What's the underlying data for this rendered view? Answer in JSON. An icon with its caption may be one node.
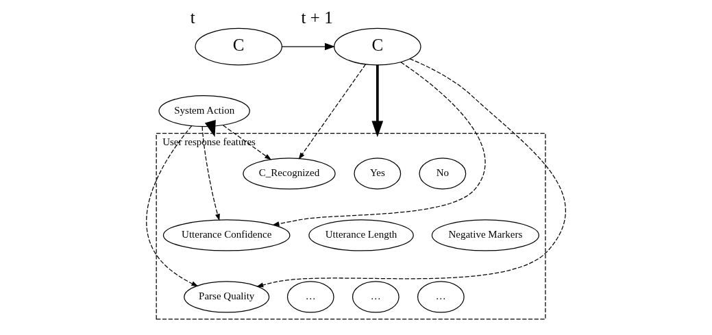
{
  "diagram": {
    "nodes": [
      {
        "text": [
          "C"
        ],
        "beside": [
          "t"
        ]
      },
      {
        "text": [
          "C"
        ],
        "beside": [
          "t + 1"
        ]
      },
      {
        "text": [
          "System Action"
        ]
      },
      {
        "text": [
          "User response features"
        ]
      },
      {
        "text": [
          "C_Recognized"
        ],
        "in": 3
      },
      {
        "text": [
          "Yes"
        ],
        "in": 3
      },
      {
        "text": [
          "No"
        ],
        "in": 3
      },
      {
        "text": [
          "Utterance Confidence"
        ],
        "in": 3
      },
      {
        "text": [
          "Utterance Length"
        ],
        "in": 3
      },
      {
        "text": [
          "Negative Markers"
        ],
        "in": 3
      },
      {
        "text": [
          "…"
        ],
        "in": 3
      },
      {
        "text": [
          "Parse Quality"
        ],
        "in": 3
      },
      {
        "text": [
          "…"
        ],
        "in": 3
      },
      {
        "text": [
          "…"
        ],
        "in": 3
      }
    ],
    "edges": [
      {
        "from": 0,
        "to": 1,
        "arrow": "to"
      },
      {
        "from": 1,
        "to": 3,
        "arrow": "to",
        "style": "thick"
      },
      {
        "from": 1,
        "to": 4,
        "arrow": "to",
        "style": "dashed"
      },
      {
        "from": 1,
        "to": 7,
        "arrow": "to",
        "style": "dashed"
      },
      {
        "from": 1,
        "to": 11,
        "arrow": "to",
        "style": "dashed"
      },
      {
        "from": 2,
        "to": 4,
        "arrow": "to",
        "style": "dashed"
      },
      {
        "from": 2,
        "to": 7,
        "arrow": "to",
        "style": "dashed"
      },
      {
        "from": 2,
        "to": 3,
        "arrow": "to",
        "style": "thick"
      },
      {
        "from": 2,
        "to": 11,
        "arrow": "to",
        "style": "dashed"
      }
    ]
  }
}
